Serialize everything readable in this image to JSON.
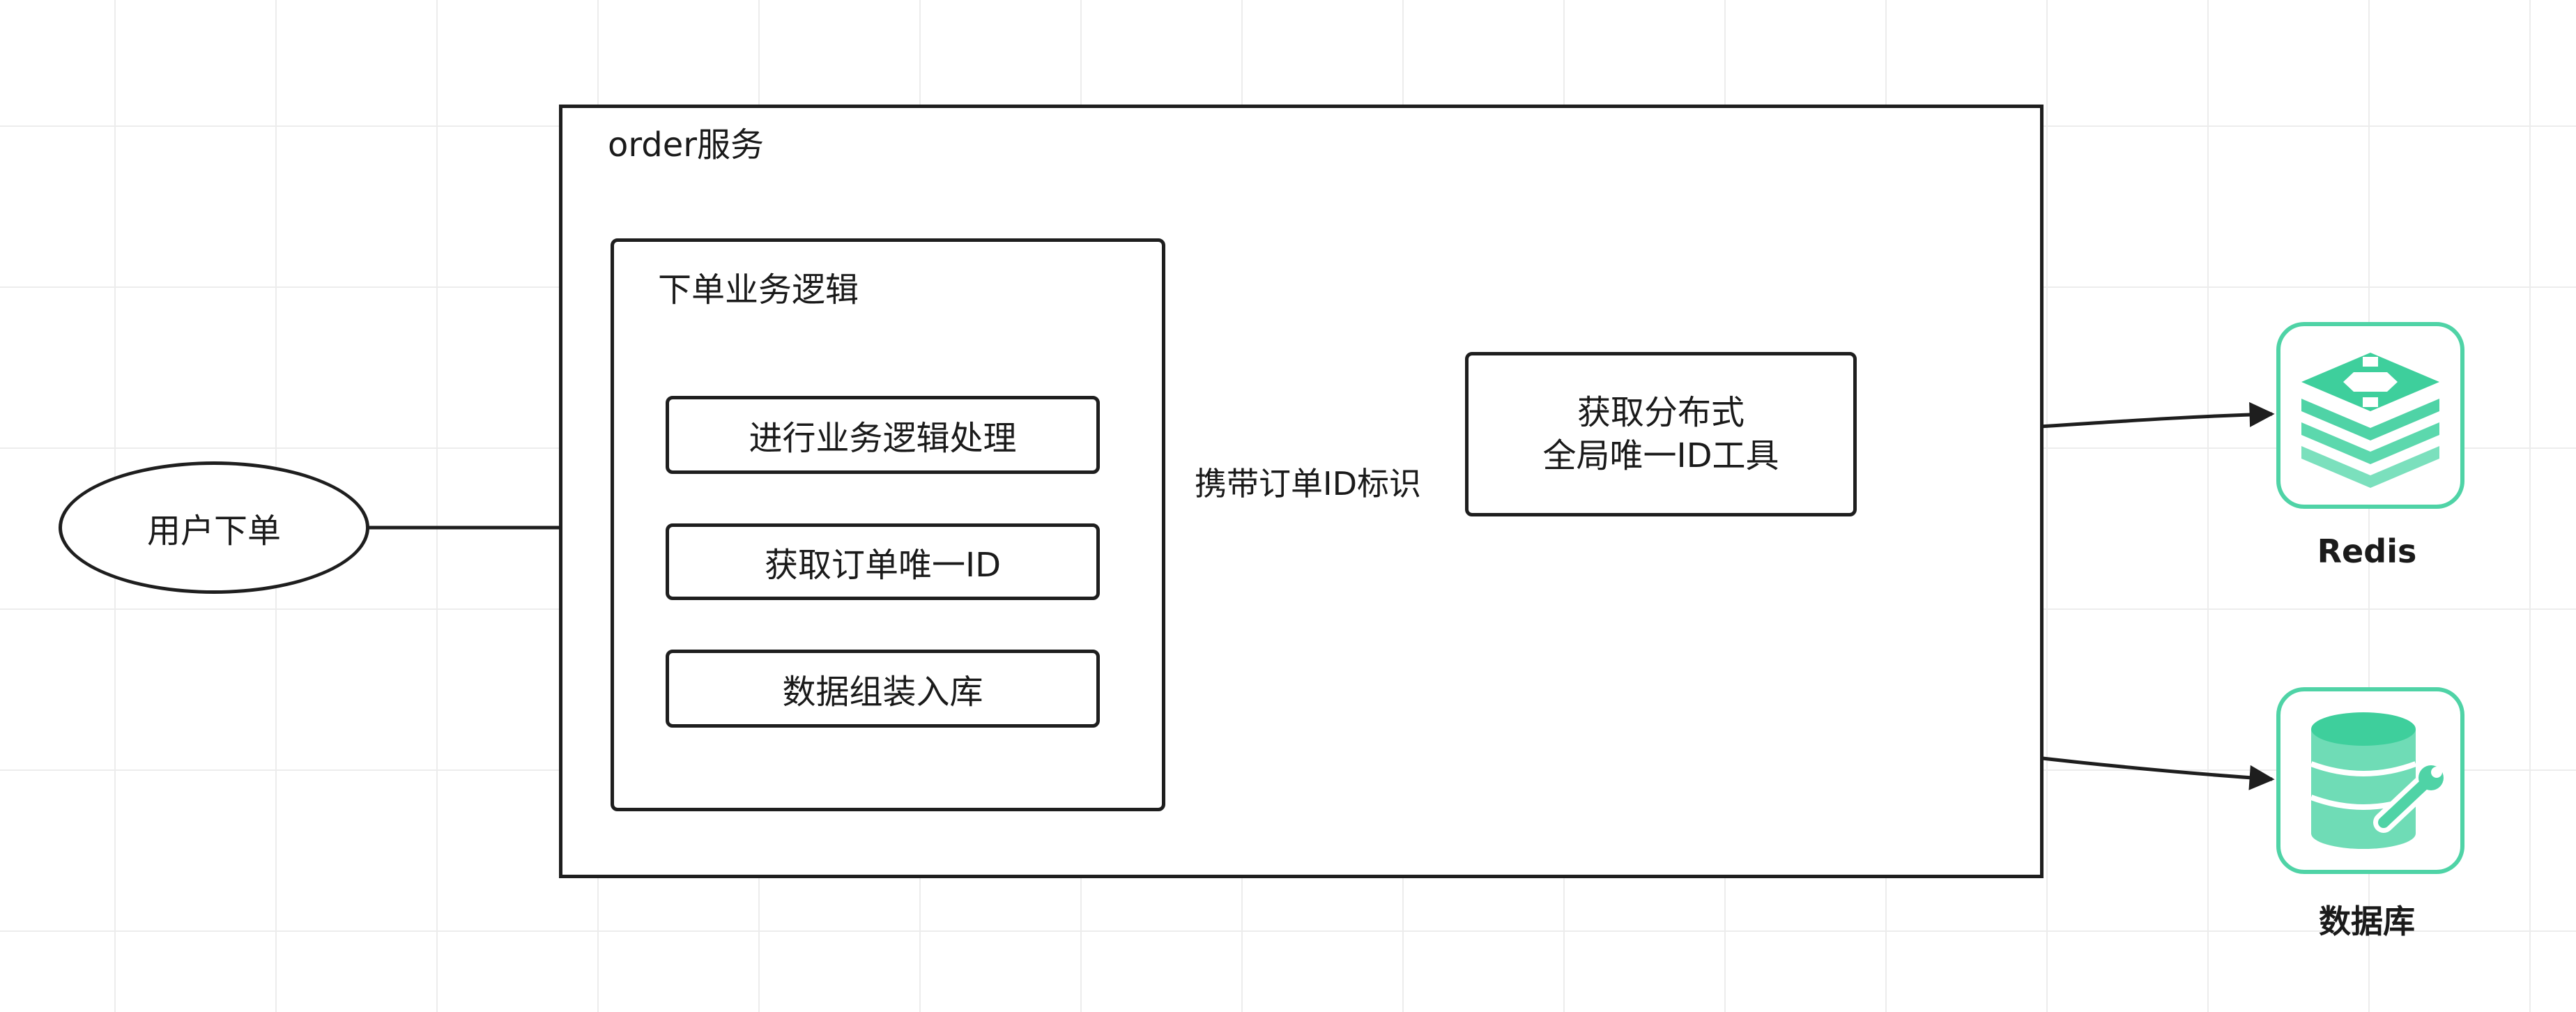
{
  "diagram": {
    "title": "order服务",
    "order_service": {
      "label": "order服务"
    },
    "logic_group": {
      "label": "下单业务逻辑"
    },
    "steps": [
      {
        "id": "process",
        "label": "进行业务逻辑处理"
      },
      {
        "id": "get_id",
        "label": "获取订单唯一ID"
      },
      {
        "id": "persist",
        "label": "数据组装入库"
      }
    ],
    "user_order": {
      "label": "用户下单"
    },
    "id_tool": {
      "line1": "获取分布式",
      "line2": "全局唯一ID工具"
    },
    "edge_label": "携带订单ID标识",
    "redis": {
      "label": "Redis",
      "icon": "redis-icon",
      "color": "#4fd3a6"
    },
    "database": {
      "label": "数据库",
      "icon": "database-icon",
      "color": "#4fd3a6"
    }
  }
}
